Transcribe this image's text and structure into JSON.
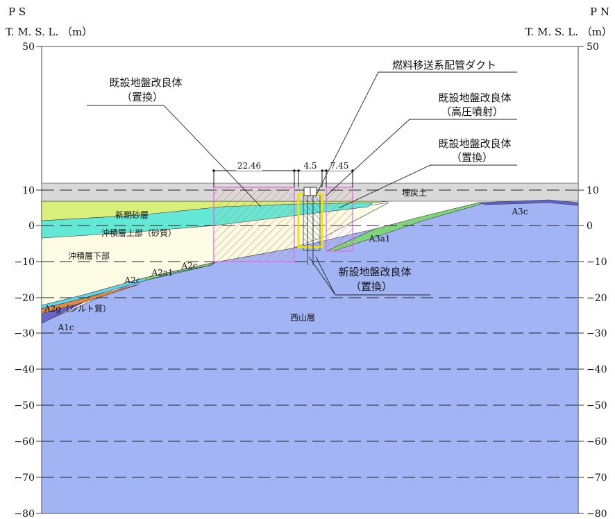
{
  "header": {
    "left_code": "P S",
    "left_unit": "T. M. S. L. （m）",
    "right_code": "P N",
    "right_unit": "T. M. S. L. （m）"
  },
  "axis": {
    "left_ticks": [
      "50",
      "10",
      "0",
      "−10",
      "−20",
      "−30",
      "−40",
      "−50",
      "−60",
      "−70",
      "−80"
    ],
    "right_ticks": [
      "50",
      "10",
      "0",
      "−10",
      "−20",
      "−30",
      "−40",
      "−50",
      "−60",
      "−70",
      "−80"
    ],
    "min": -80,
    "max": 50,
    "grid_dashed_every": 10
  },
  "layers": {
    "fill": "埋戻土",
    "shinki_sand": "新期砂層",
    "chuseki_upper": "沖積層上部（砂質）",
    "chuseki_lower": "沖積層下部",
    "a2c_upper": "A2c",
    "a2al": "A2a1",
    "a2c_lower": "A2c",
    "a2g": "A2g（シルト質）",
    "a1c": "A1c",
    "a3c": "A3c",
    "a3al": "A3a1",
    "nishiyama": "西山層"
  },
  "callouts": {
    "existing_replace_left_1": "既設地盤改良体",
    "existing_replace_left_2": "（置換）",
    "fuel_duct": "燃料移送系配管ダクト",
    "existing_jet_1": "既設地盤改良体",
    "existing_jet_2": "（高圧噴射）",
    "existing_replace_right_1": "既設地盤改良体",
    "existing_replace_right_2": "（置換）",
    "new_improve_1": "新設地盤改良体",
    "new_improve_2": "（置換）"
  },
  "dimensions": {
    "left_width": "22.46",
    "mid_width": "4.5",
    "right_width": "7.45"
  },
  "colors": {
    "fill_soil": "#d9d9d9",
    "shinki_sand": "#d8f079",
    "chuseki_upper": "#63e8d6",
    "chuseki_lower": "#fcfce4",
    "nishiyama": "#a3b4f5",
    "a1c": "#6a66c8",
    "a2g": "#e08a4a",
    "a2c": "#63d5e6",
    "a2al": "#7fd37a",
    "improvement_outline": "#e060e0",
    "new_improvement_outline": "#f2e200"
  }
}
